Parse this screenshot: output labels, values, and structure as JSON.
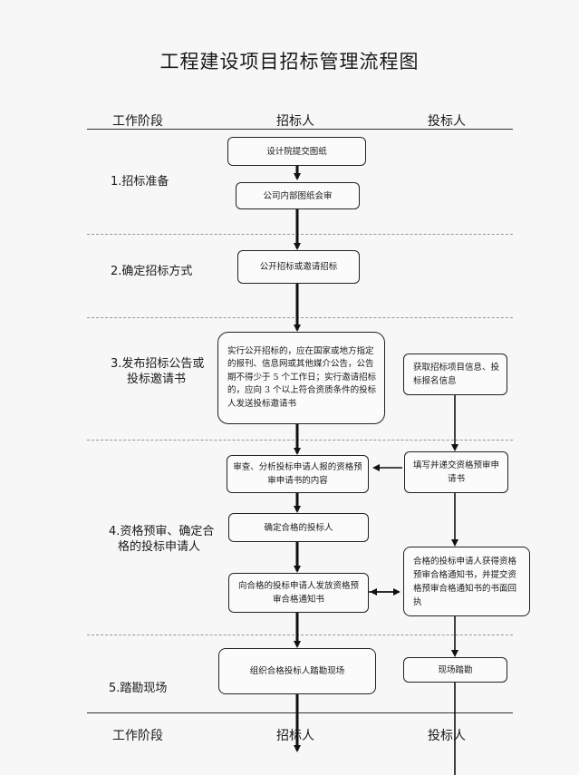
{
  "title": "工程建设项目招标管理流程图",
  "columns": {
    "stage": "工作阶段",
    "tenderer": "招标人",
    "bidder": "投标人"
  },
  "stages": {
    "s1": "1.招标准备",
    "s2": "2.确定招标方式",
    "s3_line1": "3.发布招标公告或",
    "s3_line2": "投标邀请书",
    "s4_line1": "4.资格预审、确定合",
    "s4_line2": "格的投标申请人",
    "s5": "5.踏勘现场"
  },
  "boxes": {
    "design_submit": "设计院提交图纸",
    "internal_review": "公司内部图纸会审",
    "public_or_invite": "公开招标或邀请招标",
    "announce": "实行公开招标的，应在国家或地方指定的报刊、信息网或其他媒介公告，公告期不得少于 5 个工作日；实行邀请招标的，应向 3 个以上符合资质条件的投标人发送投标邀请书",
    "get_info": "获取招标项目信息、投标报名信息",
    "review_apps": "审查、分析投标申请人报的资格预审申请书的内容",
    "fill_submit": "填写并递交资格预审申请书",
    "determine": "确定合格的投标人",
    "issue_notice": "向合格的投标申请人发放资格预审合格通知书",
    "receive_notice": "合格的投标申请人获得资格预审合格通知书，并提交资格预审合格通知书的书面回执",
    "organize_visit": "组织合格投标人踏勘现场",
    "site_visit": "现场踏勘"
  }
}
